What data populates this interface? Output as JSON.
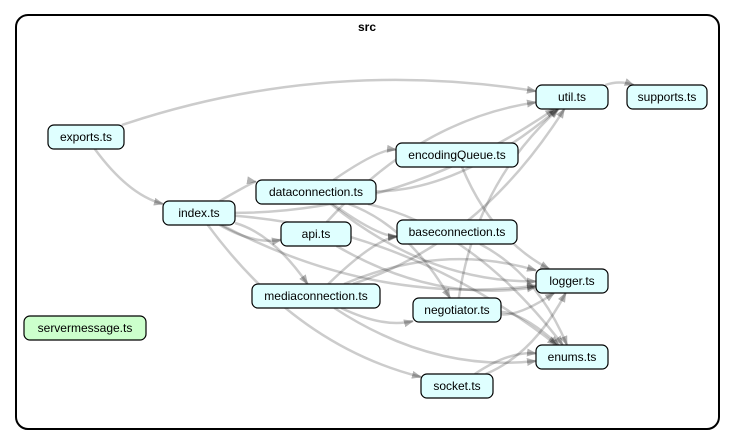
{
  "cluster": {
    "label": "src"
  },
  "colors": {
    "module_fill": "#dfffff",
    "orphan_fill": "#ccffcc",
    "edge": "#000000",
    "border": "#000000"
  },
  "nodes": [
    {
      "id": "exports",
      "label": "exports.ts",
      "kind": "module"
    },
    {
      "id": "index",
      "label": "index.ts",
      "kind": "module"
    },
    {
      "id": "util",
      "label": "util.ts",
      "kind": "module"
    },
    {
      "id": "supports",
      "label": "supports.ts",
      "kind": "module"
    },
    {
      "id": "encodingQueue",
      "label": "encodingQueue.ts",
      "kind": "module"
    },
    {
      "id": "dataconnection",
      "label": "dataconnection.ts",
      "kind": "module"
    },
    {
      "id": "api",
      "label": "api.ts",
      "kind": "module"
    },
    {
      "id": "baseconnection",
      "label": "baseconnection.ts",
      "kind": "module"
    },
    {
      "id": "logger",
      "label": "logger.ts",
      "kind": "module"
    },
    {
      "id": "mediaconnection",
      "label": "mediaconnection.ts",
      "kind": "module"
    },
    {
      "id": "negotiator",
      "label": "negotiator.ts",
      "kind": "module"
    },
    {
      "id": "enums",
      "label": "enums.ts",
      "kind": "module"
    },
    {
      "id": "socket",
      "label": "socket.ts",
      "kind": "module"
    },
    {
      "id": "servermessage",
      "label": "servermessage.ts",
      "kind": "orphan"
    }
  ],
  "edges": [
    {
      "from": "exports",
      "to": "index"
    },
    {
      "from": "exports",
      "to": "util"
    },
    {
      "from": "index",
      "to": "util"
    },
    {
      "from": "index",
      "to": "dataconnection"
    },
    {
      "from": "index",
      "to": "api"
    },
    {
      "from": "index",
      "to": "mediaconnection"
    },
    {
      "from": "index",
      "to": "logger"
    },
    {
      "from": "index",
      "to": "enums"
    },
    {
      "from": "index",
      "to": "socket"
    },
    {
      "from": "util",
      "to": "supports"
    },
    {
      "from": "dataconnection",
      "to": "util"
    },
    {
      "from": "dataconnection",
      "to": "encodingQueue"
    },
    {
      "from": "dataconnection",
      "to": "baseconnection"
    },
    {
      "from": "dataconnection",
      "to": "negotiator"
    },
    {
      "from": "dataconnection",
      "to": "logger"
    },
    {
      "from": "dataconnection",
      "to": "enums"
    },
    {
      "from": "encodingQueue",
      "to": "logger"
    },
    {
      "from": "api",
      "to": "util"
    },
    {
      "from": "api",
      "to": "logger"
    },
    {
      "from": "baseconnection",
      "to": "enums"
    },
    {
      "from": "mediaconnection",
      "to": "util"
    },
    {
      "from": "mediaconnection",
      "to": "baseconnection"
    },
    {
      "from": "mediaconnection",
      "to": "negotiator"
    },
    {
      "from": "mediaconnection",
      "to": "logger"
    },
    {
      "from": "mediaconnection",
      "to": "enums"
    },
    {
      "from": "negotiator",
      "to": "util"
    },
    {
      "from": "negotiator",
      "to": "logger"
    },
    {
      "from": "negotiator",
      "to": "enums"
    },
    {
      "from": "socket",
      "to": "logger"
    },
    {
      "from": "socket",
      "to": "enums"
    }
  ]
}
